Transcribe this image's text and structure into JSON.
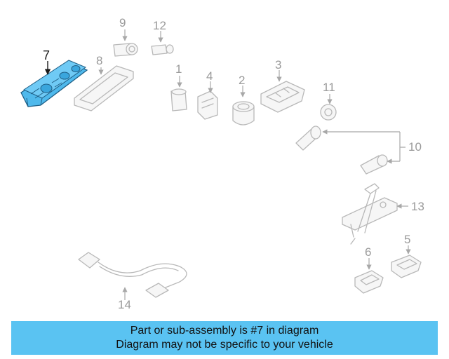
{
  "colors": {
    "highlight_part": "#4fb9ec",
    "banner_background": "#5ac3f2",
    "outline": "#b8b8b8",
    "callout_text": "#9a9a9a"
  },
  "callouts": {
    "c1": "1",
    "c2": "2",
    "c3": "3",
    "c4": "4",
    "c5": "5",
    "c6": "6",
    "c7": "7",
    "c8": "8",
    "c9": "9",
    "c10": "10",
    "c11": "11",
    "c12": "12",
    "c13": "13",
    "c14": "14"
  },
  "banner": {
    "line1": "Part or sub-assembly is #7 in diagram",
    "line2": "Diagram may not be specific to your vehicle"
  }
}
